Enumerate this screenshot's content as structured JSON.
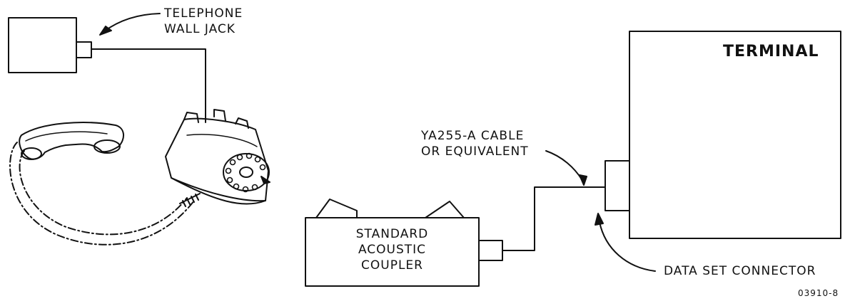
{
  "labels": {
    "wall_jack": [
      "TELEPHONE",
      "WALL JACK"
    ],
    "terminal": "TERMINAL",
    "cable": [
      "YA255-A CABLE",
      "OR EQUIVALENT"
    ],
    "coupler": [
      "STANDARD",
      "ACOUSTIC",
      "COUPLER"
    ],
    "data_set_connector": "DATA SET CONNECTOR",
    "figure_number": "03910-8"
  },
  "colors": {
    "ink": "#111111",
    "background": "#ffffff"
  }
}
